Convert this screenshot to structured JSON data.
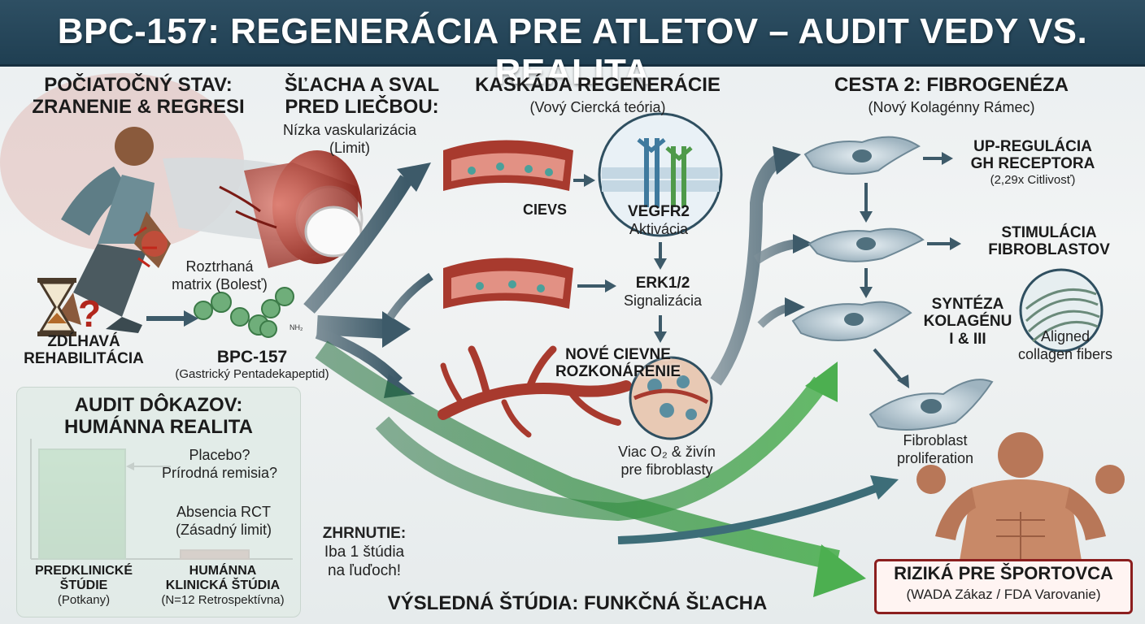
{
  "title": "BPC-157: REGENERÁCIA PRE ATLETOV – AUDIT VEDY VS. REALITA",
  "initial": {
    "heading_1": "POČIATOČNÝ STAV:",
    "heading_2": "ZRANENIE & REGRESI",
    "rehab_1": "ZDĹHAVÁ",
    "rehab_2": "REHABILITÁCIA"
  },
  "tendon": {
    "heading_1": "ŠĽACHA A SVAL",
    "heading_2": "PRED LIEČBOU:",
    "note_1": "Nízka vaskularizácia",
    "note_2": "(Limit)",
    "torn_1": "Roztrhaná",
    "torn_2": "matrix (Bolesť)"
  },
  "peptide": {
    "name": "BPC-157",
    "desc": "(Gastrický Pentadekapeptid)",
    "chem_label": "NH₂"
  },
  "cascade": {
    "heading": "KASKÁDA REGENERÁCIE",
    "subheading": "(Vový Ciercká teória)",
    "vessel": "CIEVS",
    "receptor": "VEGFR2",
    "receptor_sub": "Aktivácia",
    "erk": "ERK1/2",
    "erk_sub": "Signalizácia",
    "new_1": "NOVÉ CIEVNE",
    "new_2": "ROZKONÁRENIE",
    "oxygen_1": "Viac O₂ & živín",
    "oxygen_2": "pre fibroblasty"
  },
  "fibro": {
    "heading": "CESTA 2: FIBROGENÉZA",
    "subheading": "(Nový Kolagénny Rámec)",
    "up_1": "UP-REGULÁCIA",
    "up_2": "GH RECEPTORA",
    "up_3": "(2,29x Citlivosť)",
    "stim_1": "STIMULÁCIA",
    "stim_2": "FIBROBLASTOV",
    "syn_1": "SYNTÉZA",
    "syn_2": "KOLAGÉNU",
    "syn_3": "I & III",
    "aligned_1": "Aligned",
    "aligned_2": "collagen fibers",
    "prolif_1": "Fibroblast",
    "prolif_2": "proliferation"
  },
  "audit": {
    "heading_1": "AUDIT DÔKAZOV:",
    "heading_2": "HUMÁNNA REALITA",
    "placebo_1": "Placebo?",
    "placebo_2": "Prírodná remisia?",
    "rct_1": "Absencia RCT",
    "rct_2": "(Zásadný limit)",
    "preclinical_1": "PREDKLINICKÉ",
    "preclinical_2": "ŠTÚDIE",
    "preclinical_3": "(Potkany)",
    "human_1": "HUMÁNNA",
    "human_2": "KLINICKÁ ŠTÚDIA",
    "human_3": "(N=12 Retrospektívna)",
    "bar_preclinical_fraction": 1.0,
    "bar_human_fraction": 0.08,
    "colors": {
      "green": "#3c9a3f",
      "red": "#a03a2e"
    }
  },
  "summary": {
    "heading": "ZHRNUTIE:",
    "line_1": "Iba 1 štúdia",
    "line_2": "na ľuďoch!"
  },
  "result": "VÝSLEDNÁ ŠTÚDIA: FUNKČNÁ ŠĽACHA",
  "risk": {
    "heading": "RIZIKÁ PRE ŠPORTOVCA",
    "sub": "(WADA Zákaz / FDA Varovanie)"
  }
}
